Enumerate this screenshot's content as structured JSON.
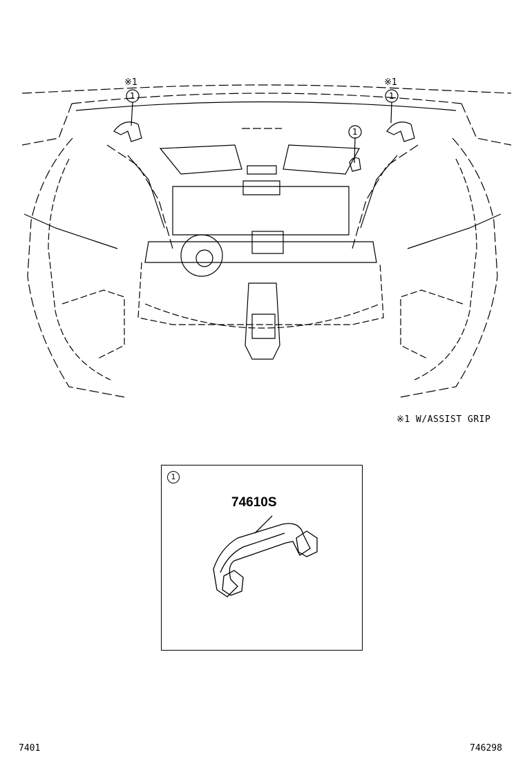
{
  "callouts": {
    "mark_left": "※1",
    "mark_right": "※1",
    "num_left": "1",
    "num_right": "1",
    "num_center": "1"
  },
  "note": "※1 W/ASSIST GRIP",
  "detail": {
    "index": "1",
    "part_number": "74610S"
  },
  "footer": {
    "left_code": "7401",
    "right_code": "746298"
  }
}
